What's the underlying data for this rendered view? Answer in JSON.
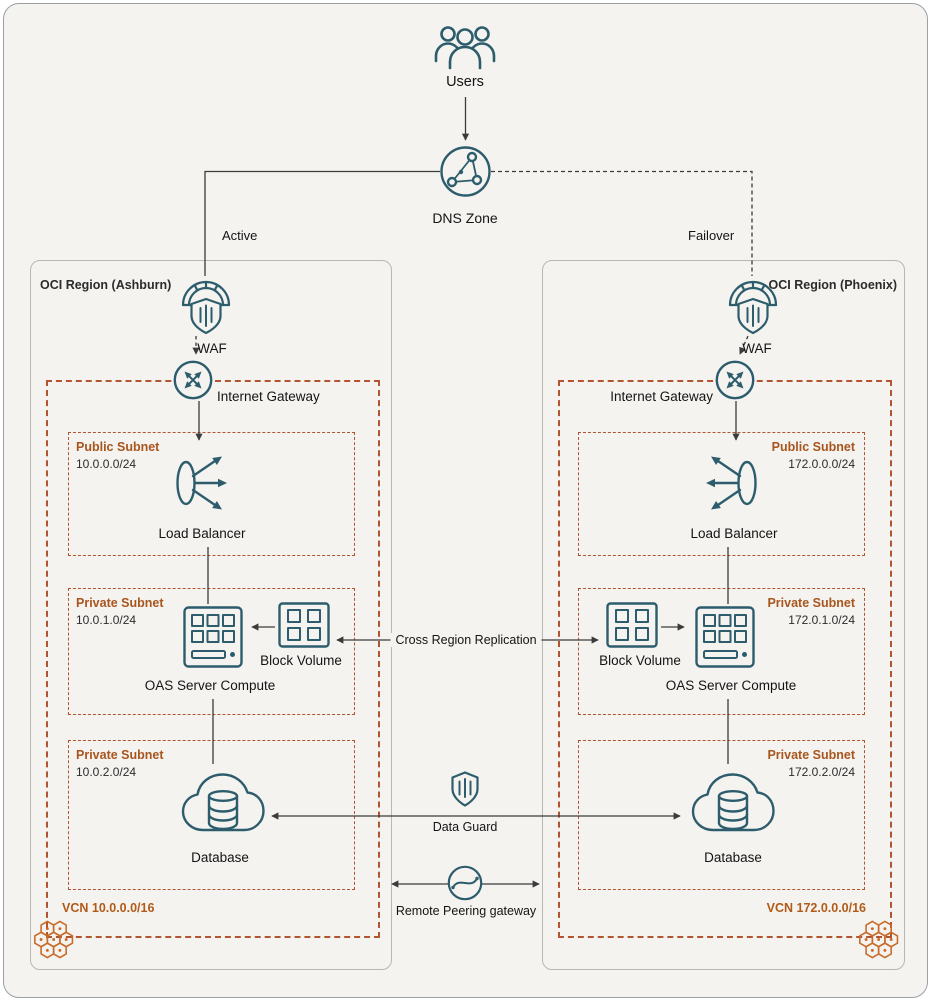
{
  "colors": {
    "icon_teal": "#2d5d6c",
    "accent_orange": "#a8551e",
    "vcn_orange": "#b25a17",
    "hex_orange": "#c96a28",
    "dashed_border": "#b15430",
    "line": "#3b3b3b",
    "background": "#f4f3f0"
  },
  "top": {
    "users_label": "Users",
    "dns_label": "DNS Zone",
    "active_label": "Active",
    "failover_label": "Failover"
  },
  "connections": {
    "cross_region_label": "Cross Region Replication",
    "data_guard_label": "Data Guard",
    "remote_peering_label": "Remote Peering gateway"
  },
  "regions": {
    "ashburn": {
      "title": "OCI Region (Ashburn)",
      "waf_label": "WAF",
      "internet_gateway_label": "Internet Gateway",
      "vcn_label": "VCN 10.0.0.0/16",
      "public_subnet": {
        "title": "Public Subnet",
        "cidr": "10.0.0.0/24",
        "load_balancer_label": "Load Balancer"
      },
      "private_subnet_app": {
        "title": "Private Subnet",
        "cidr": "10.0.1.0/24",
        "compute_label": "OAS Server Compute",
        "block_volume_label": "Block Volume"
      },
      "private_subnet_db": {
        "title": "Private Subnet",
        "cidr": "10.0.2.0/24",
        "database_label": "Database"
      }
    },
    "phoenix": {
      "title": "OCI Region (Phoenix)",
      "waf_label": "WAF",
      "internet_gateway_label": "Internet Gateway",
      "vcn_label": "VCN 172.0.0.0/16",
      "public_subnet": {
        "title": "Public Subnet",
        "cidr": "172.0.0.0/24",
        "load_balancer_label": "Load Balancer"
      },
      "private_subnet_app": {
        "title": "Private Subnet",
        "cidr": "172.0.1.0/24",
        "compute_label": "OAS Server Compute",
        "block_volume_label": "Block Volume"
      },
      "private_subnet_db": {
        "title": "Private Subnet",
        "cidr": "172.0.2.0/24",
        "database_label": "Database"
      }
    }
  },
  "icons": {
    "users": "three-users",
    "dns_zone": "globe-network",
    "waf": "brick-wall-shield",
    "internet_gateway": "circle-cross-arrows",
    "load_balancer": "ellipse-fan-arrows",
    "oas_compute": "server-grid",
    "block_volume": "square-grid",
    "database": "cloud-db-cylinder",
    "data_guard": "shield-stripes",
    "remote_peering": "circle-wave",
    "decoration": "honeycomb-cluster"
  }
}
